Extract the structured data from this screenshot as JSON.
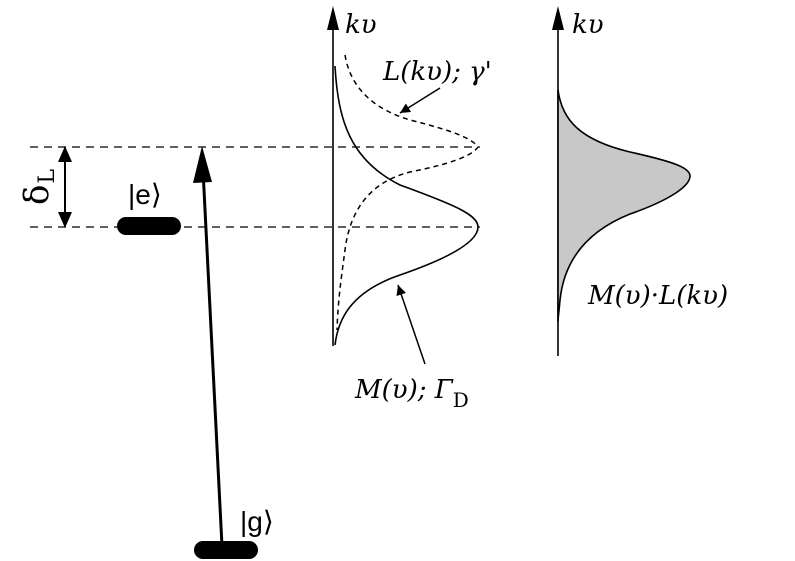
{
  "levels": {
    "excited": "|e⟩",
    "ground": "|g⟩"
  },
  "detuning": {
    "symbol": "δ",
    "subscript": "L"
  },
  "axes": {
    "left_label": "kυ",
    "right_label": "kυ"
  },
  "curves": {
    "lorentzian": {
      "label": "L(kυ); γ'"
    },
    "maxwellian": {
      "label": "M(υ); Γ",
      "label_subscript": "D"
    },
    "product": {
      "label": "M(υ)·L(kυ)"
    }
  },
  "colors": {
    "ink": "#000000",
    "fill": "#c8c8c8"
  }
}
